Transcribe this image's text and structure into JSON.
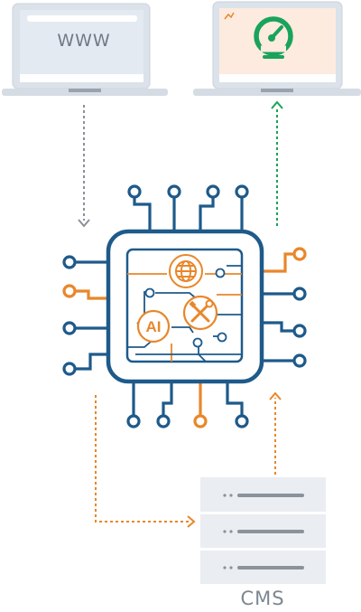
{
  "diagram": {
    "website_label": "WWW",
    "chip_label": "AI",
    "cms_label": "CMS"
  },
  "colors": {
    "navy": "#1e5a8a",
    "orange": "#e8872a",
    "green": "#1aa35b",
    "gray_arrow": "#8a9199",
    "laptop_screen_gray": "#e4eaf2",
    "laptop_screen_peach": "#fdebdf",
    "server_fill": "#eaedf1"
  },
  "icons": [
    "globe-icon",
    "tools-icon",
    "speedometer-icon",
    "server-icon",
    "laptop-icon"
  ]
}
